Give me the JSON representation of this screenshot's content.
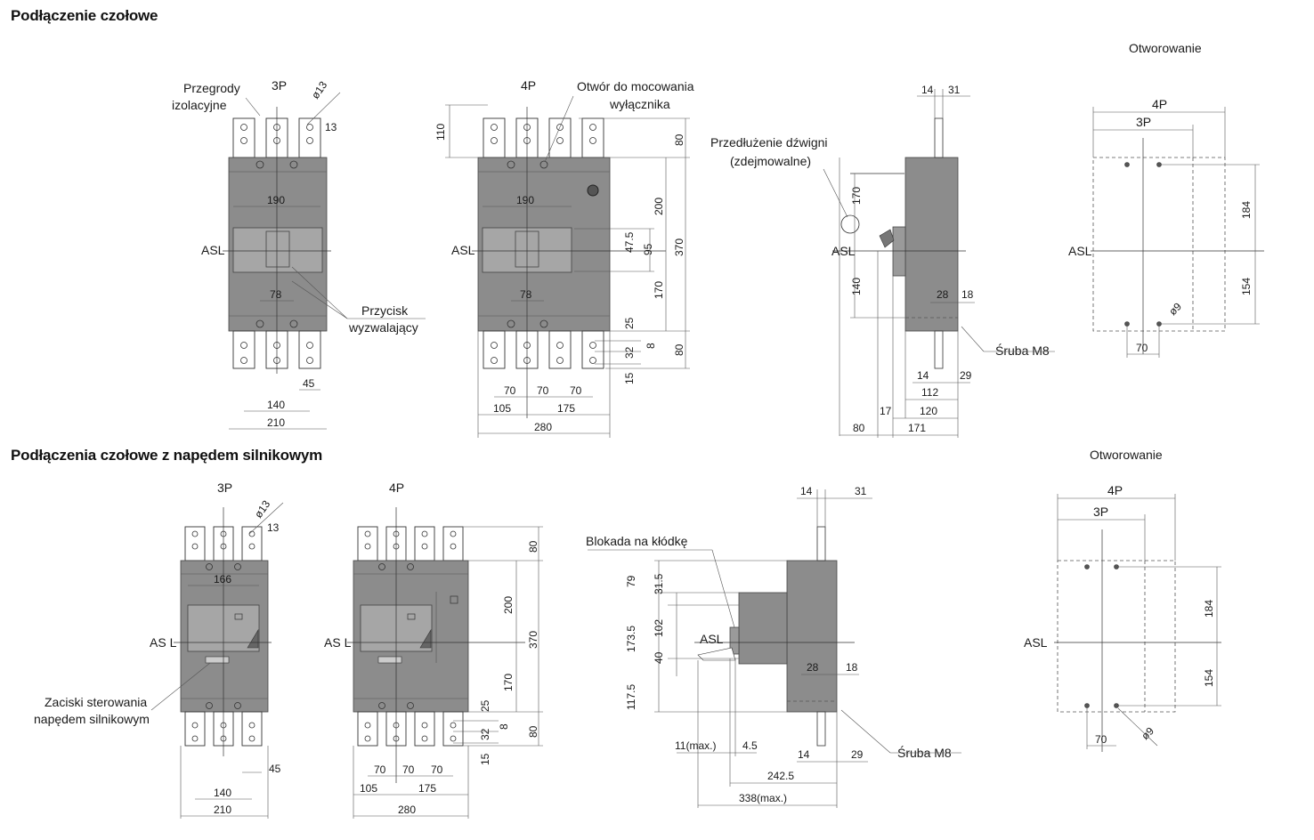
{
  "sections": {
    "top_title": "Podłączenie czołowe",
    "bottom_title": "Podłączenia czołowe z napędem silnikowym"
  },
  "labels": {
    "p3": "3P",
    "p4": "4P",
    "asl": "ASL",
    "asl_spaced": "AS L",
    "otworowanie": "Otworowanie",
    "przegrody_1": "Przegrody",
    "przegrody_2": "izolacyjne",
    "otwor_1": "Otwór do mocowania",
    "otwor_2": "wyłącznika",
    "przedluzenie_1": "Przedłużenie dźwigni",
    "przedluzenie_2": "(zdejmowalne)",
    "przycisk_1": "Przycisk",
    "przycisk_2": "wyzwalający",
    "sruba": "Śruba M8",
    "blokada": "Blokada na kłódkę",
    "zaciski_1": "Zaciski sterowania",
    "zaciski_2": "napędem silnikowym"
  },
  "dims": {
    "d13": "ø13",
    "d9": "ø9",
    "n13": "13",
    "n190": "190",
    "n78": "78",
    "n45": "45",
    "n140": "140",
    "n210": "210",
    "n110": "110",
    "n80": "80",
    "n200": "200",
    "n370": "370",
    "n47_5": "47.5",
    "n95": "95",
    "n170": "170",
    "n25": "25",
    "n8": "8",
    "n32": "32",
    "n15": "15",
    "n70": "70",
    "n105": "105",
    "n175": "175",
    "n280": "280",
    "n14": "14",
    "n31": "31",
    "n28": "28",
    "n18": "18",
    "n29": "29",
    "n112": "112",
    "n120": "120",
    "n17": "17",
    "n171": "171",
    "n184": "184",
    "n154": "154",
    "n166": "166",
    "n79": "79",
    "n31_5": "31.5",
    "n173_5": "173.5",
    "n102": "102",
    "n40": "40",
    "n117_5": "117.5",
    "n11max": "11(max.)",
    "n4_5": "4.5",
    "n242_5": "242.5",
    "n338max": "338(max.)"
  }
}
